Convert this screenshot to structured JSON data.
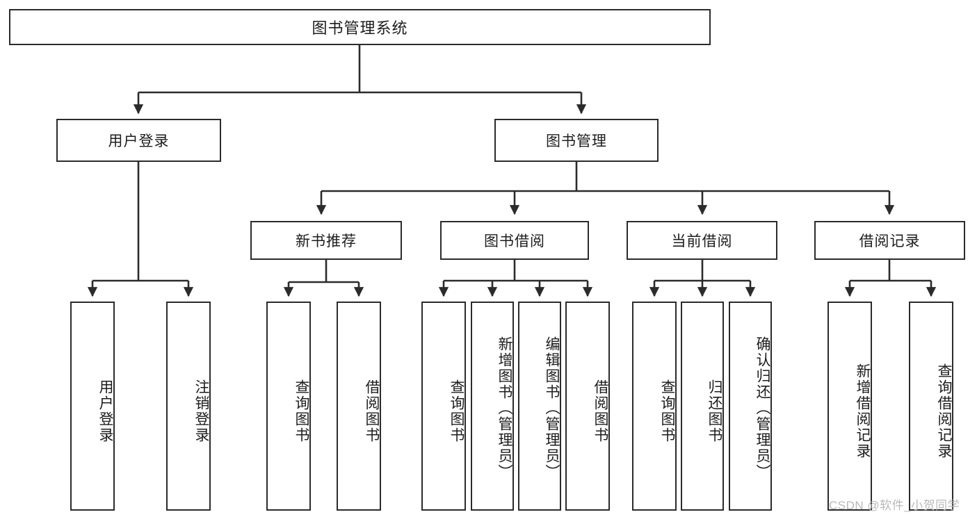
{
  "diagram": {
    "type": "tree",
    "title": "图书管理系统",
    "root": {
      "label": "图书管理系统"
    },
    "level1": [
      {
        "label": "用户登录"
      },
      {
        "label": "图书管理"
      }
    ],
    "level2": [
      {
        "label": "新书推荐"
      },
      {
        "label": "图书借阅"
      },
      {
        "label": "当前借阅"
      },
      {
        "label": "借阅记录"
      }
    ],
    "leaves": {
      "user_login": [
        {
          "label": "用户登录"
        },
        {
          "label": "注销登录"
        }
      ],
      "new_book_recommend": [
        {
          "label": "查询图书"
        },
        {
          "label": "借阅图书"
        }
      ],
      "book_borrow": [
        {
          "label": "查询图书"
        },
        {
          "label": "新增图书（管理员）"
        },
        {
          "label": "编辑图书（管理员）"
        },
        {
          "label": "借阅图书"
        }
      ],
      "current_borrow": [
        {
          "label": "查询图书"
        },
        {
          "label": "归还图书"
        },
        {
          "label": "确认归还（管理员）"
        }
      ],
      "borrow_record": [
        {
          "label": "新增借阅记录"
        },
        {
          "label": "查询借阅记录"
        }
      ]
    }
  },
  "watermark": {
    "text": "CSDN @软件_小贺同学"
  },
  "colors": {
    "stroke": "#2b2b2b",
    "background": "#ffffff",
    "text": "#1c1c1c",
    "watermark": "#b9b9b9"
  }
}
